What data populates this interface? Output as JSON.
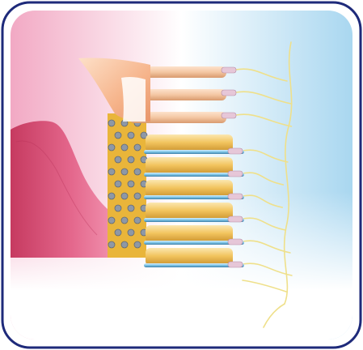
{
  "figure": {
    "description_icons": [
      "gum-tissue-shape",
      "membrane-flap-shape",
      "cell-stack-shape",
      "nerve-fiber-shape"
    ]
  },
  "colors": {
    "frame_stroke": "#1e2a7a",
    "bg_pink": "#f2a9c4",
    "bg_white": "#ffffff",
    "bg_blue": "#a9d7f0",
    "tissue": "#dc5278",
    "cell_matrix": "#e9b53a",
    "cell_gray": "#8e98a6",
    "rod_body": "#f2c45e",
    "rod_highlight": "#fbe7b0",
    "rod_shadow": "#c8902b",
    "top_rod": "#f4c7a3",
    "pipe_blue": "#7ec6e8",
    "nerve": "#efe08a",
    "flap": "#f6b48b"
  },
  "rods": {
    "count": 9,
    "upper_count": 3
  }
}
